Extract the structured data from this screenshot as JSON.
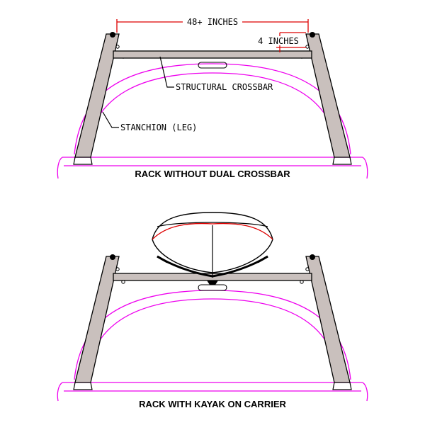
{
  "top_diagram": {
    "dimension_width": "48+ INCHES",
    "dimension_offset": "4 INCHES",
    "label_crossbar": "STRUCTURAL CROSSBAR",
    "label_stanchion": "STANCHION (LEG)",
    "caption": "RACK WITHOUT DUAL CROSSBAR"
  },
  "bottom_diagram": {
    "caption": "RACK WITH KAYAK ON CARRIER"
  },
  "colors": {
    "truck_outline": "#ee00ee",
    "dimension_lines": "#dd0000",
    "rack_fill": "#c9c0bd"
  }
}
